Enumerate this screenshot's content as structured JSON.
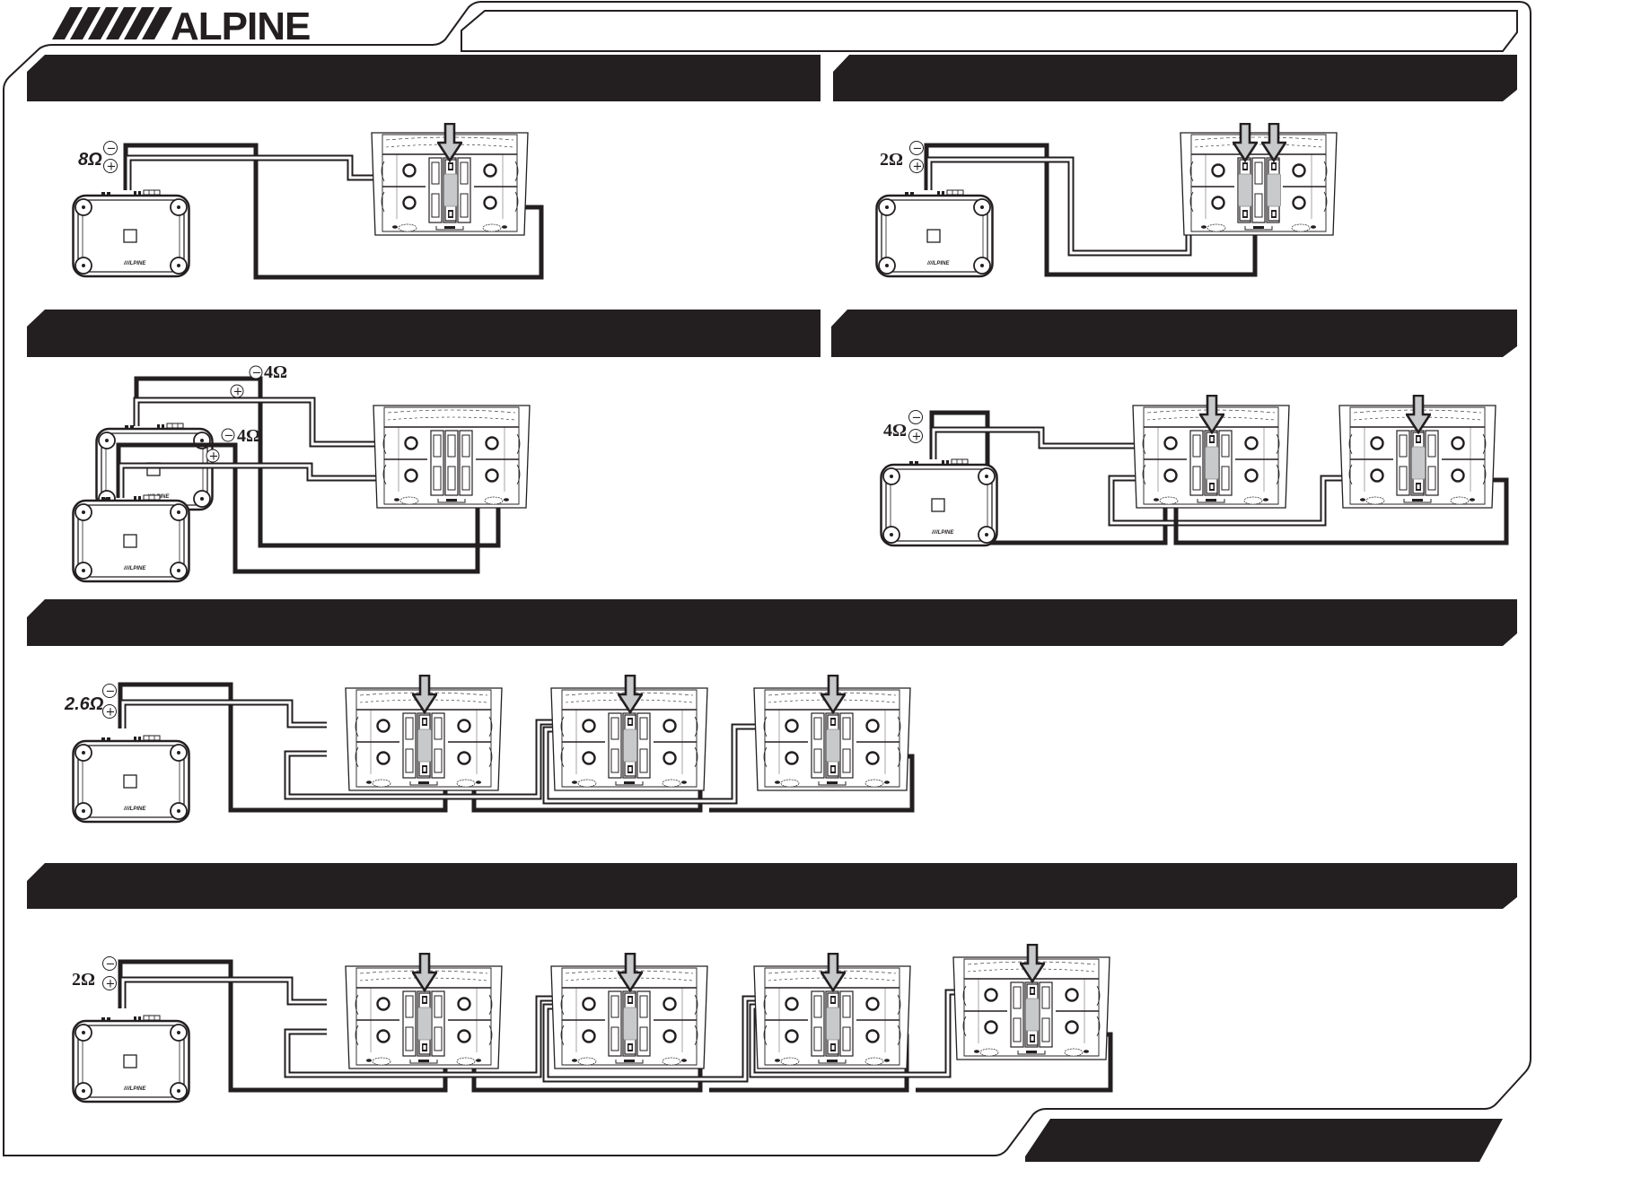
{
  "header": {
    "brand": "ALPINE",
    "brand_logo_icon": "alpine-slash-logo-icon",
    "title_box_text": ""
  },
  "colors": {
    "ink": "#231f20",
    "banner": "#231f20",
    "bridge_gray": "#c8c9cb",
    "paper": "#ffffff"
  },
  "polarity": {
    "negative": "−",
    "positive": "+"
  },
  "sections": [
    {
      "id": "single-amp-single-8ohm",
      "banner_text": "",
      "impedance": "8Ω",
      "amplifiers": 1,
      "speakers": 1,
      "bridge_plugs_per_speaker": 1
    },
    {
      "id": "single-amp-single-2ohm",
      "banner_text": "",
      "impedance": "2Ω",
      "amplifiers": 1,
      "speakers": 1,
      "bridge_plugs_per_speaker": 2
    },
    {
      "id": "dual-amp-single-speaker",
      "banner_text": "",
      "impedance_a": "4Ω",
      "impedance_b": "4Ω",
      "amplifiers": 2,
      "speakers": 1,
      "bridge_plugs_per_speaker": 0
    },
    {
      "id": "single-amp-two-speakers",
      "banner_text": "",
      "impedance": "4Ω",
      "amplifiers": 1,
      "speakers": 2,
      "bridge_plugs_per_speaker": 1
    },
    {
      "id": "single-amp-three-speakers",
      "banner_text": "",
      "impedance": "2.6Ω",
      "amplifiers": 1,
      "speakers": 3,
      "bridge_plugs_per_speaker": 1
    },
    {
      "id": "single-amp-four-speakers",
      "banner_text": "",
      "impedance": "2Ω",
      "amplifiers": 1,
      "speakers": 4,
      "bridge_plugs_per_speaker": 1
    }
  ],
  "footer": {
    "banner_text": ""
  }
}
